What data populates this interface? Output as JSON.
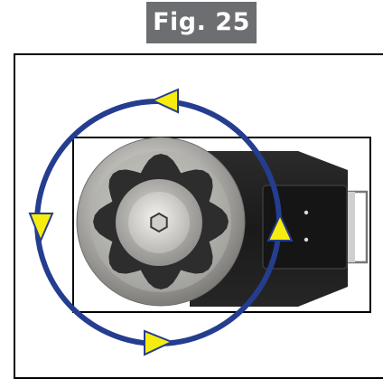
{
  "figure": {
    "label": "Fig. 25"
  },
  "colors": {
    "label_bg": "#6d6e71",
    "rotation_ring": "#253d8f",
    "arrow_fill": "#f7ec0f",
    "tool_body": "#1e1e1e",
    "socket_metal": "#a8a7a3"
  },
  "icons": {
    "rotation": "circular-rotation-arrows",
    "socket": "twelve-point-socket",
    "drive": "hex-drive"
  }
}
